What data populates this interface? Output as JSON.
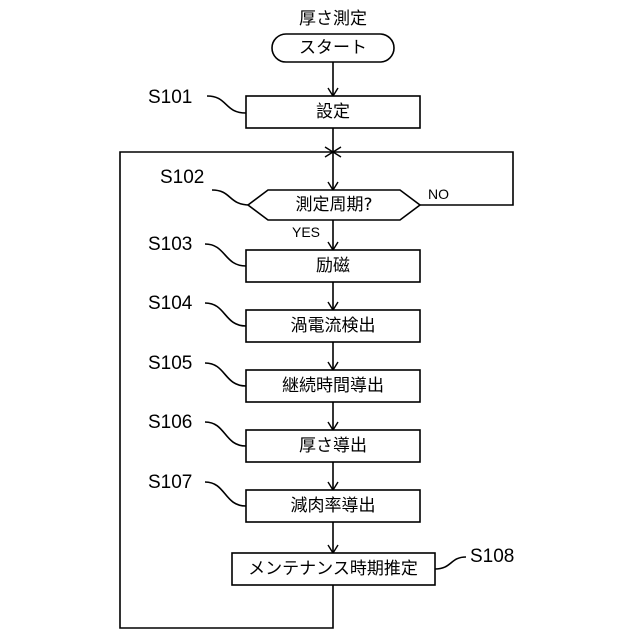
{
  "title": "厚さ測定",
  "start": "スタート",
  "steps": {
    "s101": {
      "id": "S101",
      "label": "設定"
    },
    "s102": {
      "id": "S102",
      "label": "測定周期?"
    },
    "s103": {
      "id": "S103",
      "label": "励磁"
    },
    "s104": {
      "id": "S104",
      "label": "渦電流検出"
    },
    "s105": {
      "id": "S105",
      "label": "継続時間導出"
    },
    "s106": {
      "id": "S106",
      "label": "厚さ導出"
    },
    "s107": {
      "id": "S107",
      "label": "減肉率導出"
    },
    "s108": {
      "id": "S108",
      "label": "メンテナンス時期推定"
    }
  },
  "branch": {
    "yes": "YES",
    "no": "NO"
  }
}
